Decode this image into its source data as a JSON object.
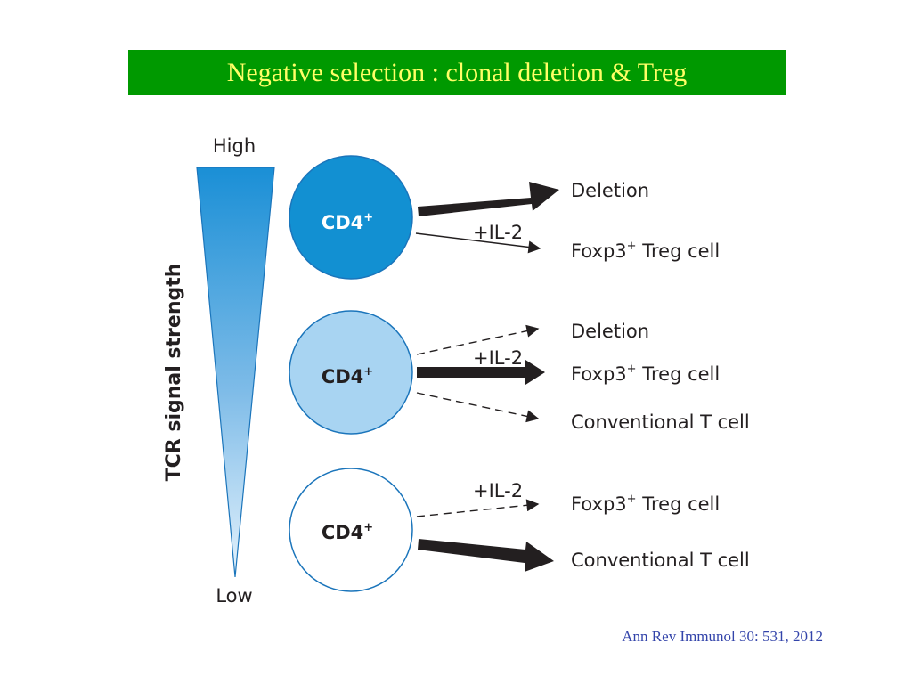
{
  "title": "Negative selection : clonal deletion & Treg",
  "citation": "Ann Rev Immunol 30: 531, 2012",
  "colors": {
    "title_bg": "#009900",
    "title_text": "#ffff66",
    "high_cell_fill": "#1290d2",
    "mid_cell_fill": "#a8d4f2",
    "low_cell_fill": "#ffffff",
    "cell_stroke": "#1b75bb"
  },
  "diagram": {
    "axis_label": "TCR signal strength",
    "axis_high": "High",
    "axis_low": "Low",
    "cell_label": "CD4",
    "cell_superscript": "+",
    "il2_label": "+IL-2",
    "rows": [
      {
        "level": "high",
        "outcomes": [
          {
            "text": "Deletion",
            "sup": "",
            "suffix": "",
            "arrow": "thick"
          },
          {
            "text": "Foxp3",
            "sup": "+",
            "suffix": " Treg cell",
            "arrow": "thin-il2"
          }
        ]
      },
      {
        "level": "intermediate",
        "outcomes": [
          {
            "text": "Deletion",
            "sup": "",
            "suffix": "",
            "arrow": "dashed"
          },
          {
            "text": "Foxp3",
            "sup": "+",
            "suffix": " Treg cell",
            "arrow": "thick-il2"
          },
          {
            "text": "Conventional T cell",
            "sup": "",
            "suffix": "",
            "arrow": "dashed"
          }
        ]
      },
      {
        "level": "low",
        "outcomes": [
          {
            "text": "Foxp3",
            "sup": "+",
            "suffix": " Treg cell",
            "arrow": "dashed-il2"
          },
          {
            "text": "Conventional T cell",
            "sup": "",
            "suffix": "",
            "arrow": "thick"
          }
        ]
      }
    ]
  }
}
